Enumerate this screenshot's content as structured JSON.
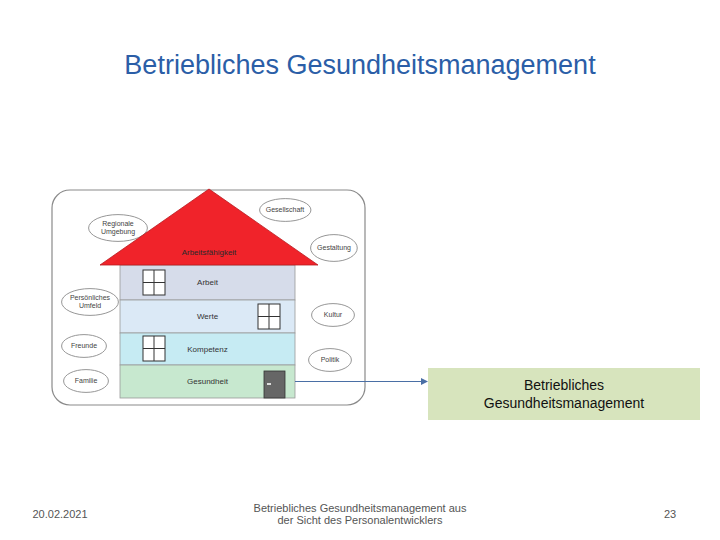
{
  "diagram": {
    "title": "Betriebliches Gesundheitsmanagement",
    "nodes": [
      {
        "text": [
          "Regionale Umgebung"
        ]
      },
      {
        "text": [
          "Gesellschaft"
        ]
      },
      {
        "text": [
          "Arbeitsfähigkeit"
        ]
      },
      {
        "text": [
          "Gestaltung"
        ]
      },
      {
        "text": [
          "Arbeit"
        ]
      },
      {
        "text": [
          "Persönliches Umfeld"
        ]
      },
      {
        "text": [
          "Werte"
        ]
      },
      {
        "text": [
          "Kultur"
        ]
      },
      {
        "text": [
          "Freunde"
        ]
      },
      {
        "text": [
          "Kompetenz"
        ]
      },
      {
        "text": [
          "Politik"
        ]
      },
      {
        "text": [
          "Familie"
        ]
      },
      {
        "text": [
          "Gesundheit"
        ]
      },
      {
        "text": [
          "Betriebliches Gesundheitsmanagement"
        ]
      }
    ],
    "edges": [
      {
        "from": 12,
        "to": 13,
        "arrow": "to"
      }
    ],
    "labels": [
      "20.02.2021",
      "Betriebliches Gesundheitsmanagement aus der Sicht des Personalentwicklers",
      "23"
    ]
  }
}
